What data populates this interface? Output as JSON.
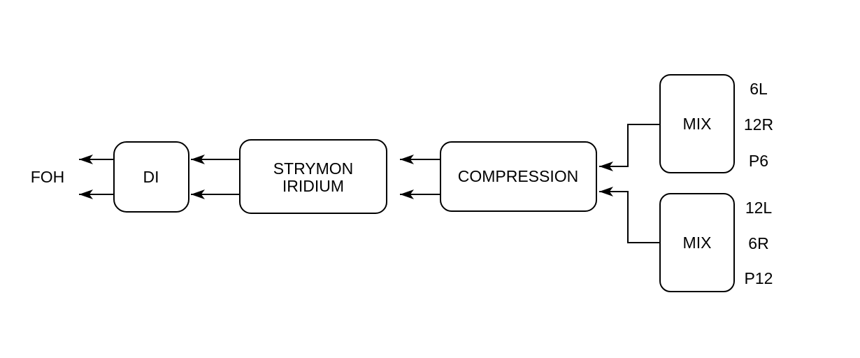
{
  "diagram": {
    "background_color": "#ffffff",
    "line_color": "#000000",
    "text_color": "#000000",
    "foh_label": "FOH",
    "nodes": {
      "di": {
        "label": "DI"
      },
      "strymon": {
        "lines": [
          "STRYMON",
          "IRIDIUM"
        ]
      },
      "compression": {
        "label": "COMPRESSION"
      },
      "mix_top": {
        "label": "MIX",
        "ports": [
          "6L",
          "12R",
          "P6"
        ]
      },
      "mix_bottom": {
        "label": "MIX",
        "ports": [
          "12L",
          "6R",
          "P12"
        ]
      }
    }
  }
}
